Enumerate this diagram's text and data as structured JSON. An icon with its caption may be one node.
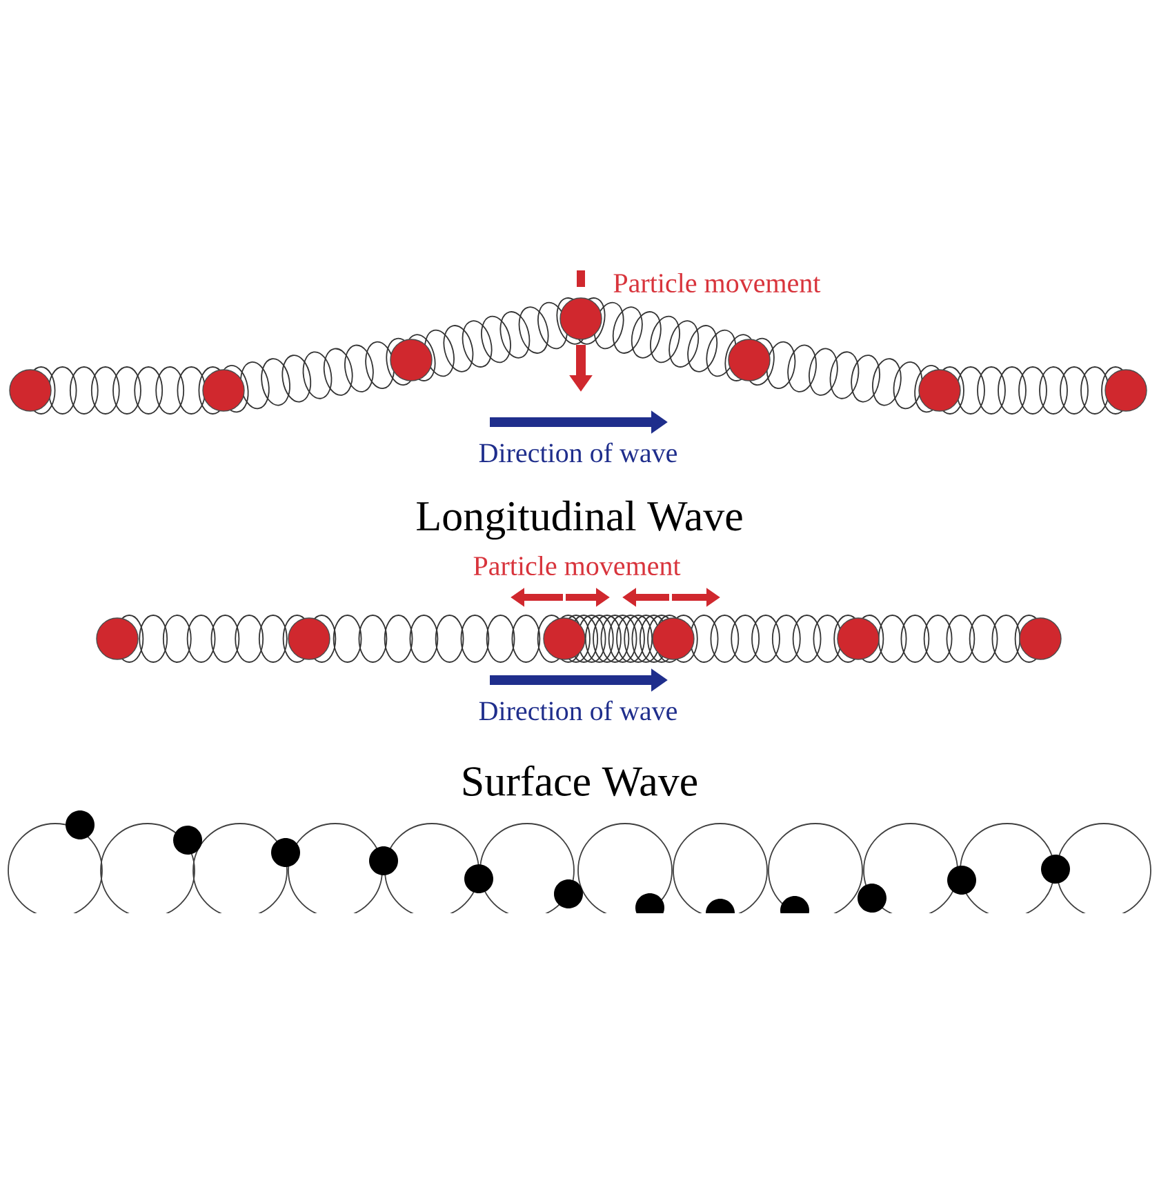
{
  "diagram": {
    "labels": [
      "Particle movement",
      "Direction of wave",
      "Longitudinal Wave",
      "Particle movement",
      "Direction of wave",
      "Surface Wave"
    ]
  }
}
